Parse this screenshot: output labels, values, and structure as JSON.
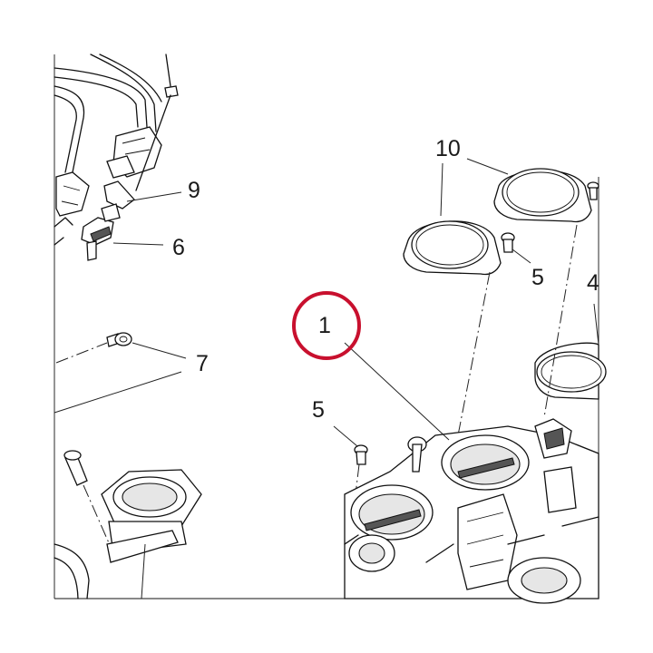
{
  "callouts": {
    "c1": "1",
    "c4": "4",
    "c5a": "5",
    "c5b": "5",
    "c6": "6",
    "c7": "7",
    "c9": "9",
    "c10": "10"
  },
  "highlight_color": "#c8102e"
}
